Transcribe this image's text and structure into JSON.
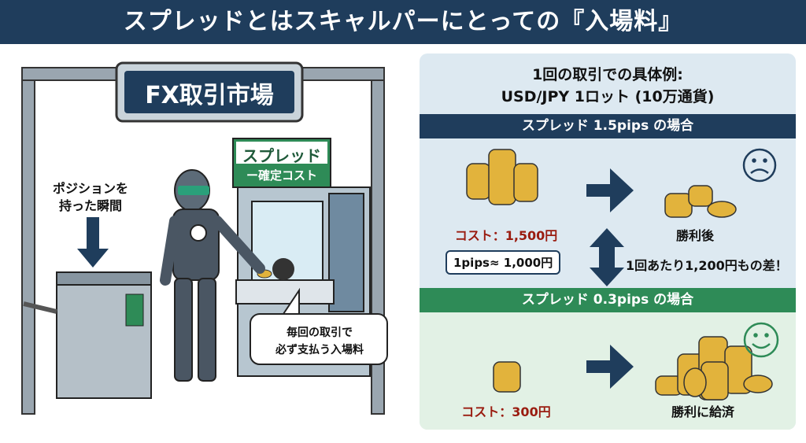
{
  "header": {
    "title": "スプレッドとはスキャルパーにとっての『入場料』"
  },
  "illustration": {
    "market_sign": "FX取引市場",
    "booth_sign_title": "スプレッド",
    "booth_sign_sub": "ー確定コスト",
    "position_label": [
      "ポジションを",
      "持った瞬間"
    ],
    "speech_bubble": [
      "毎回の取引で",
      "必ず支払う入場料"
    ]
  },
  "example": {
    "title_line1": "1回の取引での具体例:",
    "title_line2": "USD/JPY 1ロット (10万通貨)",
    "case_high": {
      "band": "スプレッド 1.5pips の場合",
      "cost": "コスト：1,500円",
      "result": "勝利後",
      "mood": "sad"
    },
    "pip_note": "1pips≈ 1,000円",
    "difference": "1回あたり1,200円もの差！",
    "case_low": {
      "band": "スプレッド 0.3pips の場合",
      "cost": "コスト：300円",
      "result": "勝利に給済",
      "mood": "happy"
    }
  },
  "colors": {
    "navy": "#1f3d5c",
    "green": "#2e8b57",
    "cost_red": "#9a1c10",
    "coin": "#e2b33c"
  }
}
